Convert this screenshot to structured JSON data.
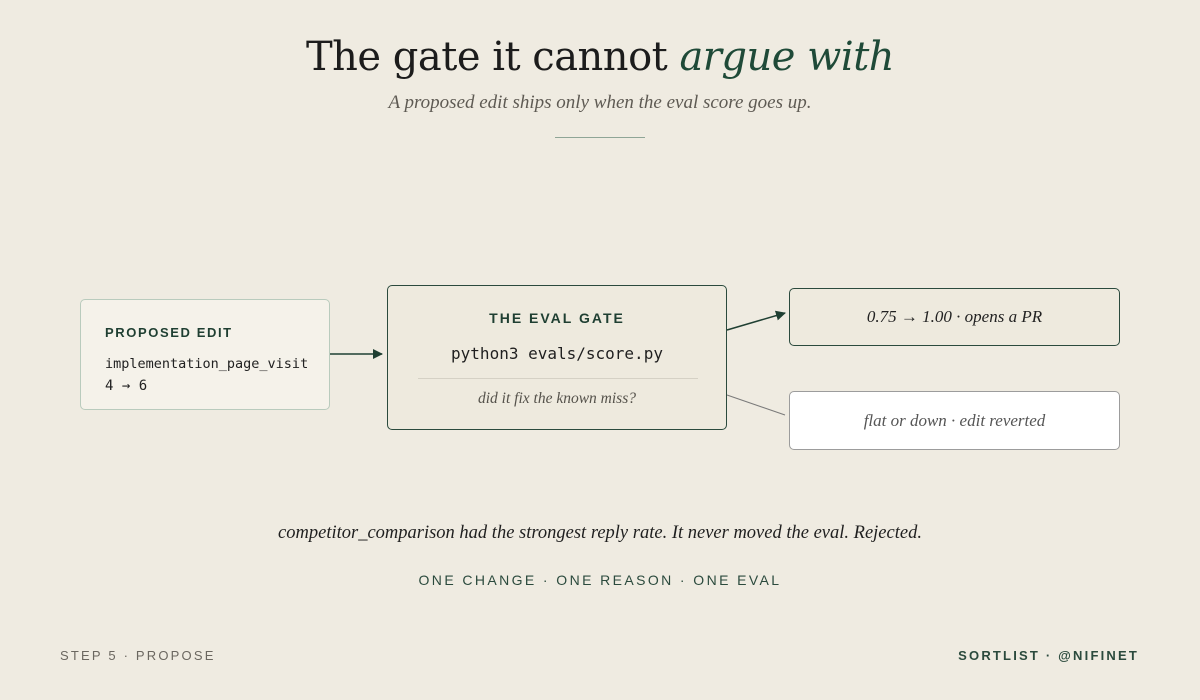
{
  "header": {
    "title_main": "The gate it cannot ",
    "title_accent": "argue with",
    "subtitle": "A proposed edit ships only when the eval score goes up."
  },
  "proposed_edit": {
    "label": "PROPOSED EDIT",
    "field": "implementation_page_visit",
    "change": "4 → 6"
  },
  "eval_gate": {
    "label": "THE EVAL GATE",
    "command": "python3 evals/score.py",
    "question": "did it fix the known miss?"
  },
  "outcomes": {
    "pass": "0.75 → 1.00 · opens a PR",
    "fail": "flat or down · edit reverted"
  },
  "note": "competitor_comparison had the strongest reply rate. It never moved the eval. Rejected.",
  "tagline": "ONE CHANGE · ONE REASON · ONE EVAL",
  "footer": {
    "left": "STEP 5 · PROPOSE",
    "right": "SORTLIST · @NIFINET"
  },
  "colors": {
    "background": "#efebe1",
    "accent_green": "#1f4a38",
    "border_dark": "#2b4a3d",
    "border_light": "#b9cbbd"
  }
}
